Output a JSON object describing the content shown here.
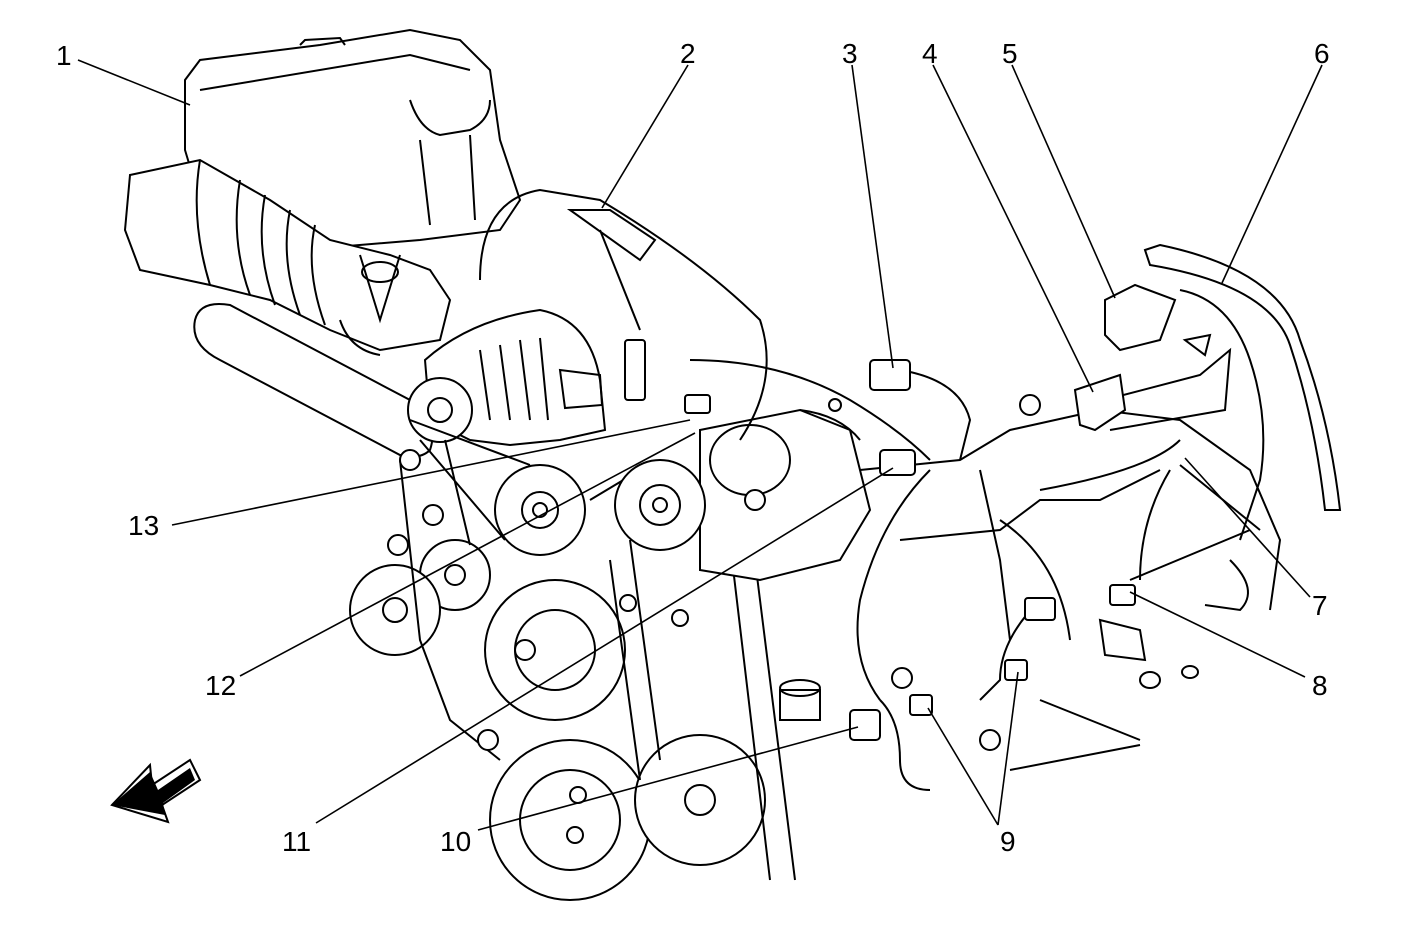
{
  "diagram": {
    "callouts": [
      "1",
      "2",
      "3",
      "4",
      "5",
      "6",
      "7",
      "8",
      "9",
      "10",
      "11",
      "12",
      "13"
    ],
    "arrow_icon": "front-arrow-icon",
    "colors": {
      "line": "#000000",
      "background": "#ffffff"
    }
  }
}
